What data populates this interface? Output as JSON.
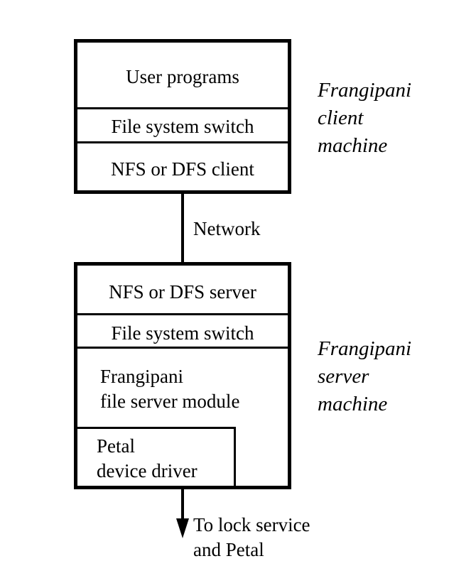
{
  "client_machine": {
    "caption_lines": [
      "Frangipani",
      "client",
      "machine"
    ],
    "layers": [
      "User programs",
      "File system switch",
      "NFS or DFS client"
    ]
  },
  "network": {
    "label": "Network"
  },
  "server_machine": {
    "caption_lines": [
      "Frangipani",
      "server",
      "machine"
    ],
    "layers": [
      "NFS or DFS server",
      "File system switch"
    ],
    "module_lines": [
      "Frangipani",
      "file server module"
    ],
    "driver_lines": [
      "Petal",
      "device driver"
    ]
  },
  "downstream": {
    "label_lines": [
      "To lock service",
      "and Petal"
    ]
  },
  "colors": {
    "line": "#000000",
    "background": "#ffffff"
  }
}
